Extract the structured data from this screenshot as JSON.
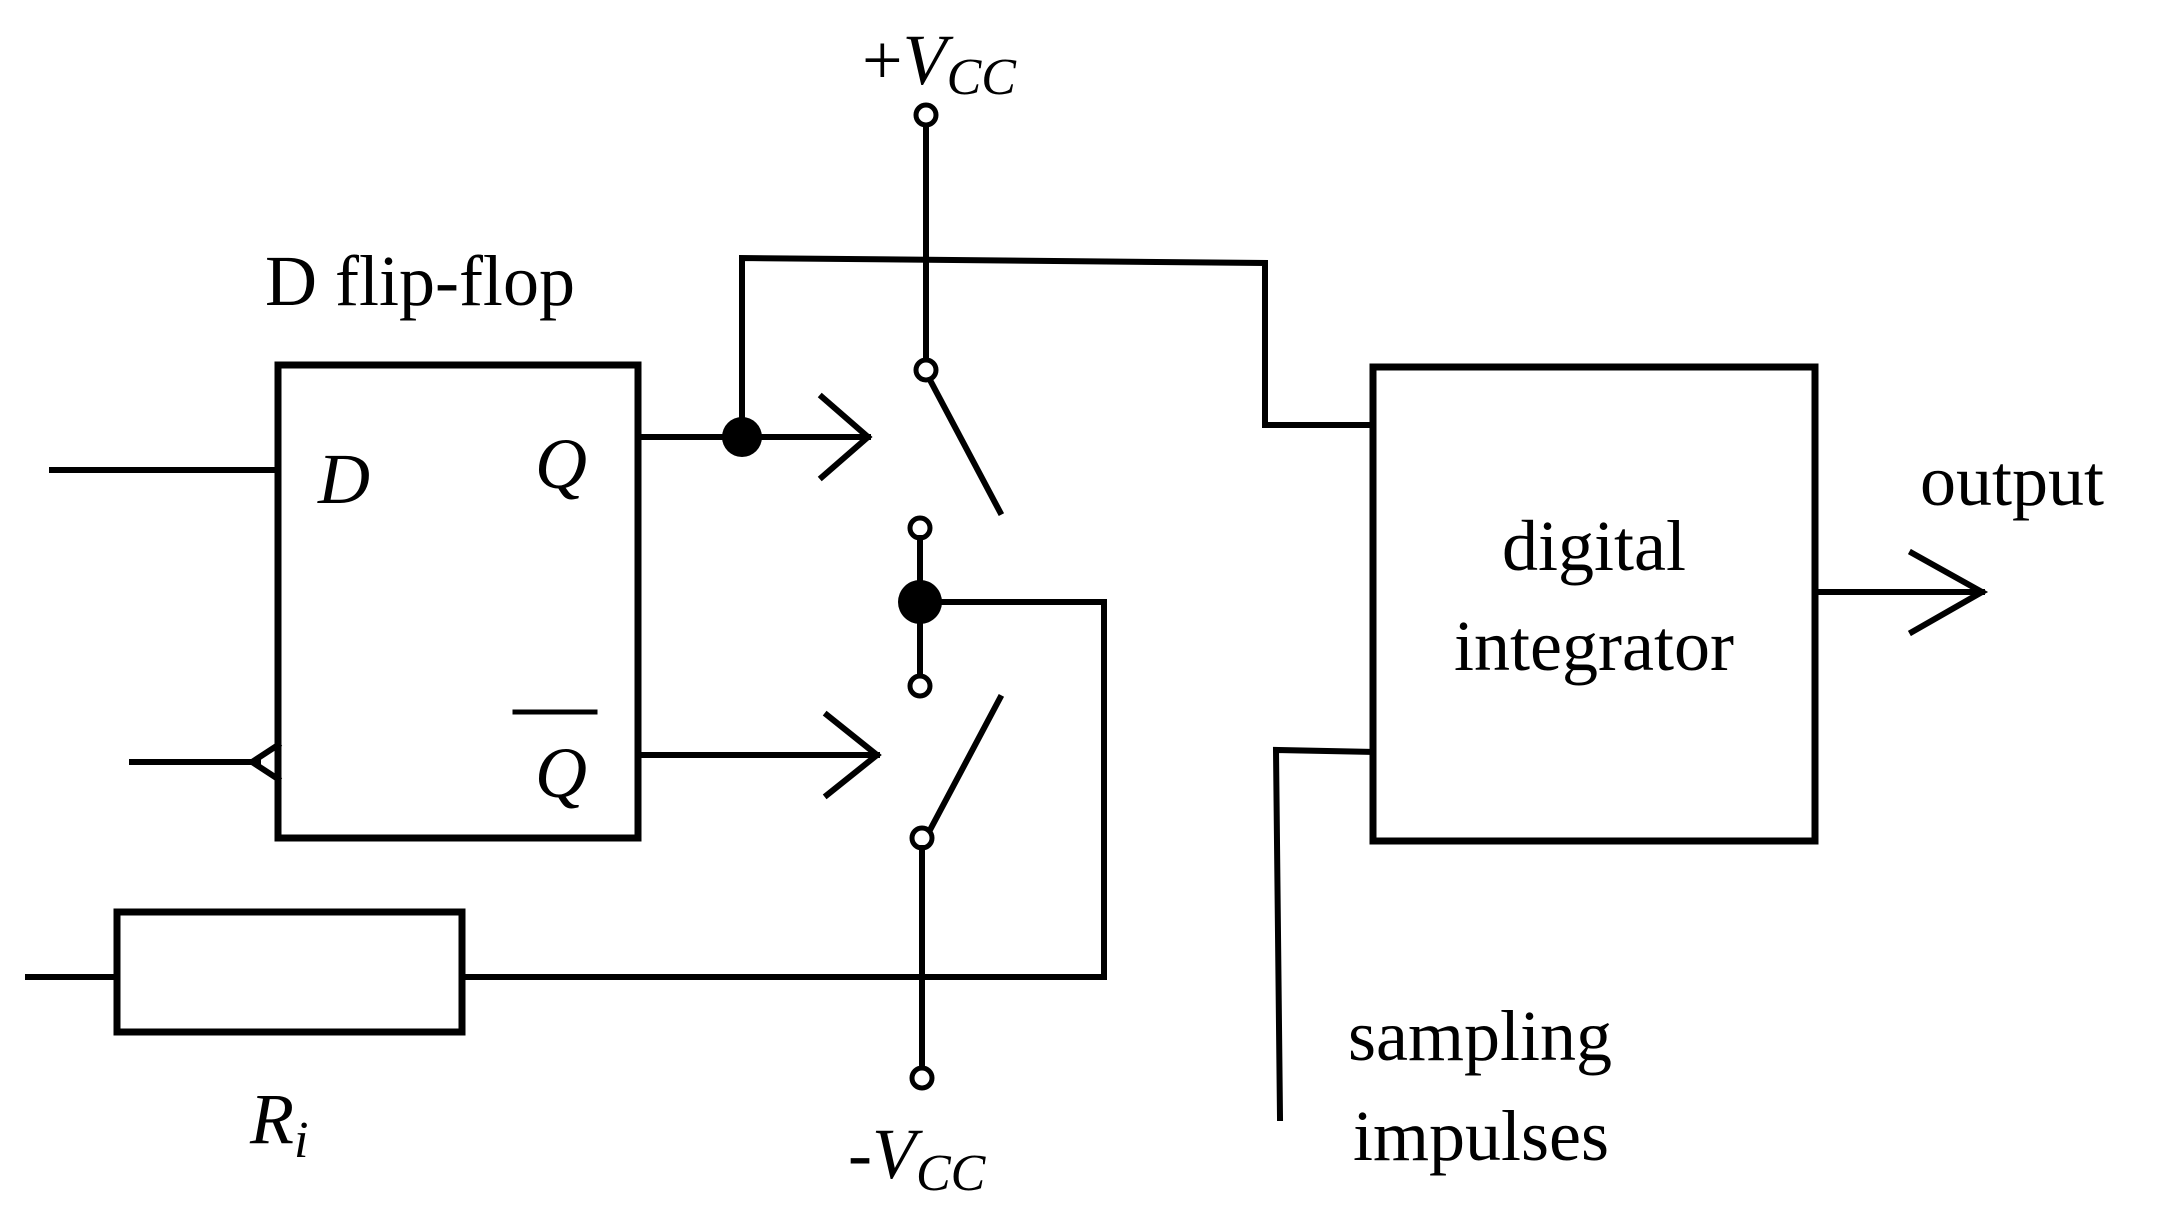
{
  "labels": {
    "vcc_plus_sign": "+",
    "vcc_plus_v": "V",
    "vcc_plus_sub": "CC",
    "vcc_minus_sign": "-",
    "vcc_minus_v": "V",
    "vcc_minus_sub": "CC",
    "flipflop_title": "D flip-flop",
    "d_input": "D",
    "q_output": "Q",
    "qbar_output": "Q",
    "integrator_line1": "digital",
    "integrator_line2": "integrator",
    "output": "output",
    "sampling_line1": "sampling",
    "sampling_line2": "impulses",
    "resistor_r": "R",
    "resistor_sub": "i"
  }
}
